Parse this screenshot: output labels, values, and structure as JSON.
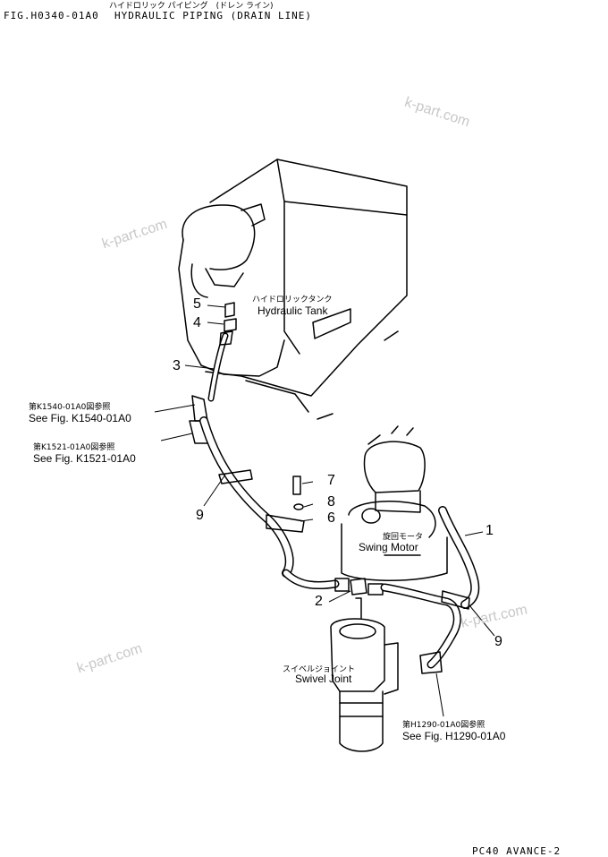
{
  "header": {
    "jp_title": "ハイドロリック パイピング　(ドレン ライン)",
    "fig_label": "FIG.H0340-01A0",
    "title": "HYDRAULIC PIPING (DRAIN LINE)"
  },
  "watermark": "k-part.com",
  "components": {
    "tank_jp": "ハイドロリックタンク",
    "tank_en": "Hydraulic Tank",
    "motor_jp": "旋回モータ",
    "motor_en": "Swing Motor",
    "joint_jp": "スイベルジョイント",
    "joint_en": "Swivel Joint"
  },
  "references": [
    {
      "jp": "第K1540-01A0図参照",
      "en": "See Fig. K1540-01A0"
    },
    {
      "jp": "第K1521-01A0図参照",
      "en": "See Fig. K1521-01A0"
    },
    {
      "jp": "第H1290-01A0図参照",
      "en": "See Fig. H1290-01A0"
    }
  ],
  "callouts": [
    "1",
    "2",
    "3",
    "4",
    "5",
    "6",
    "7",
    "8",
    "9",
    "9"
  ],
  "footer": "PC40 AVANCE-2"
}
